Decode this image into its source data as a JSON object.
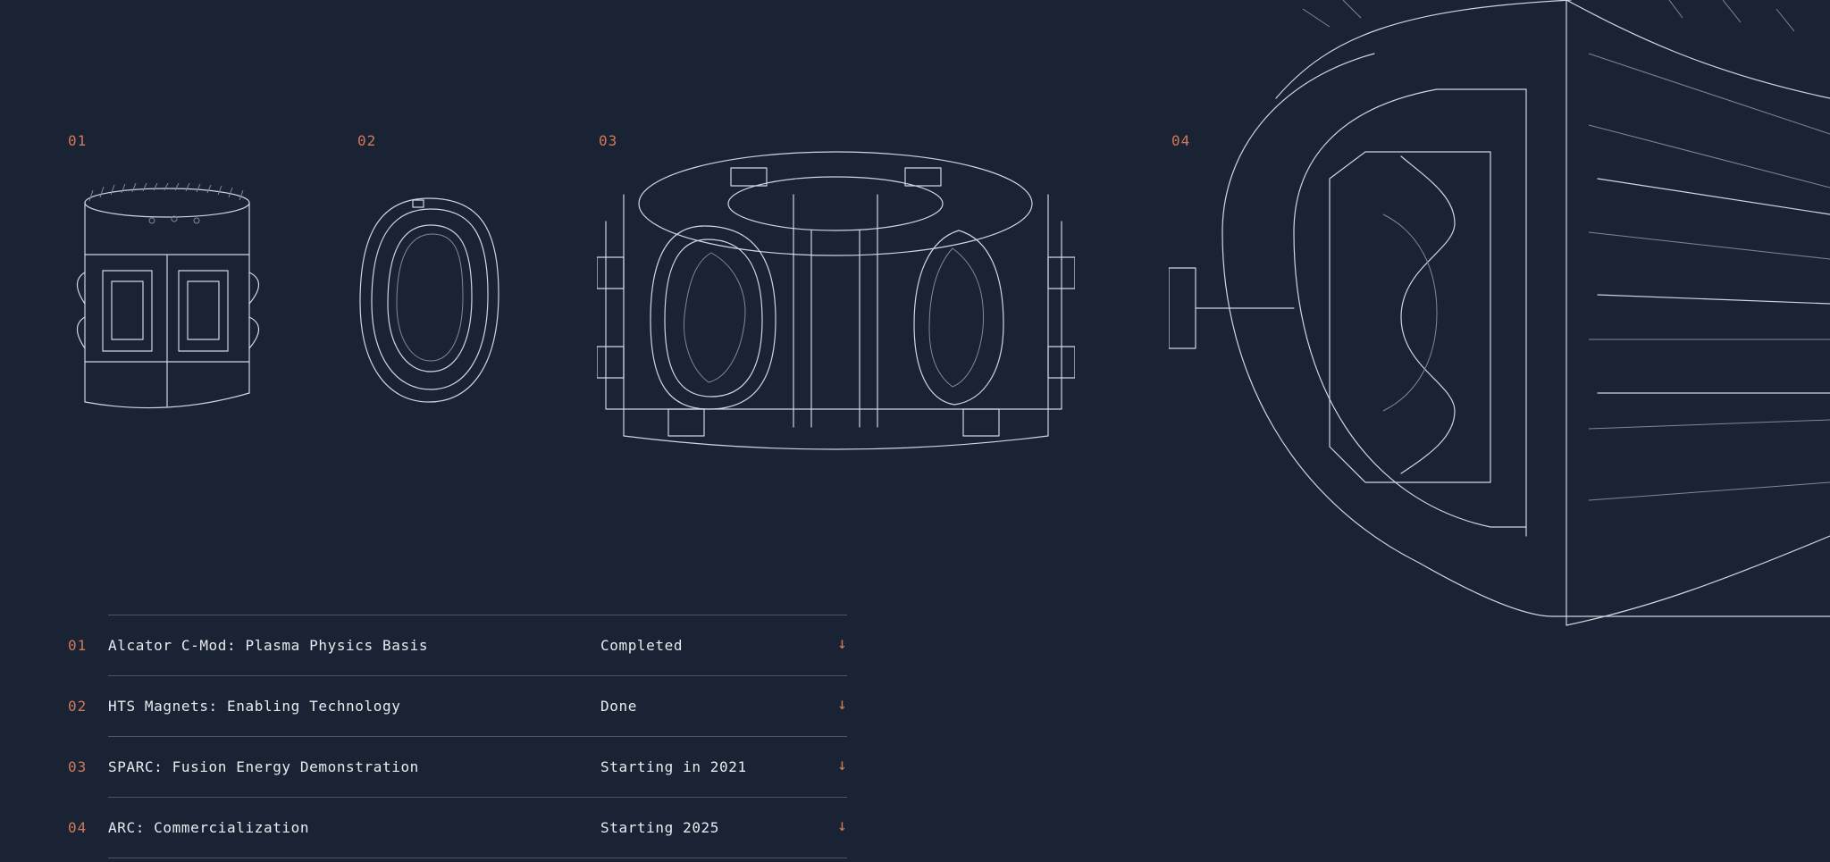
{
  "drawings": [
    {
      "num": "01"
    },
    {
      "num": "02"
    },
    {
      "num": "03"
    },
    {
      "num": "04"
    }
  ],
  "milestones": [
    {
      "num": "01",
      "title": "Alcator C-Mod: Plasma Physics Basis",
      "status": "Completed",
      "icon": "arrow-down-icon"
    },
    {
      "num": "02",
      "title": "HTS Magnets: Enabling Technology",
      "status": "Done",
      "icon": "arrow-down-icon"
    },
    {
      "num": "03",
      "title": "SPARC: Fusion Energy Demonstration",
      "status": "Starting in 2021",
      "icon": "arrow-down-icon"
    },
    {
      "num": "04",
      "title": "ARC: Commercialization",
      "status": "Starting 2025",
      "icon": "arrow-down-icon"
    }
  ],
  "colors": {
    "background": "#1a2333",
    "accent": "#d2785a",
    "text": "#e8ecf1",
    "line": "#cfd6df"
  }
}
